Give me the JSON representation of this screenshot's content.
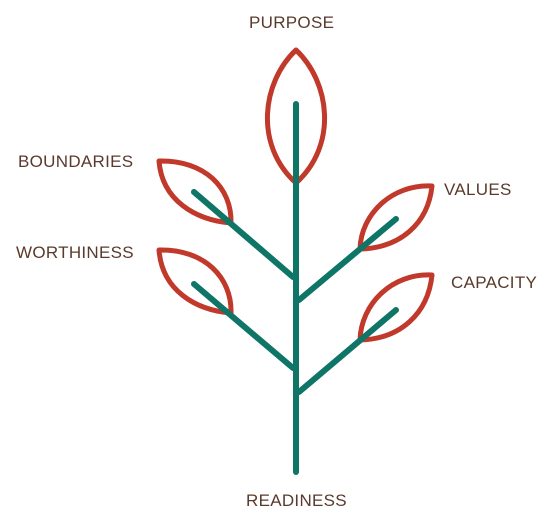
{
  "colors": {
    "label_text": "#5a3a2c",
    "leaf_outline": "#c0392b",
    "stem": "#0e7567",
    "background": "#ffffff"
  },
  "labels": {
    "purpose": "PURPOSE",
    "boundaries": "BOUNDARIES",
    "values": "VALUES",
    "worthiness": "WORTHINESS",
    "capacity": "CAPACITY",
    "readiness": "READINESS"
  },
  "icons": {
    "stem": "plant-stem-icon",
    "leaf": "leaf-icon"
  }
}
